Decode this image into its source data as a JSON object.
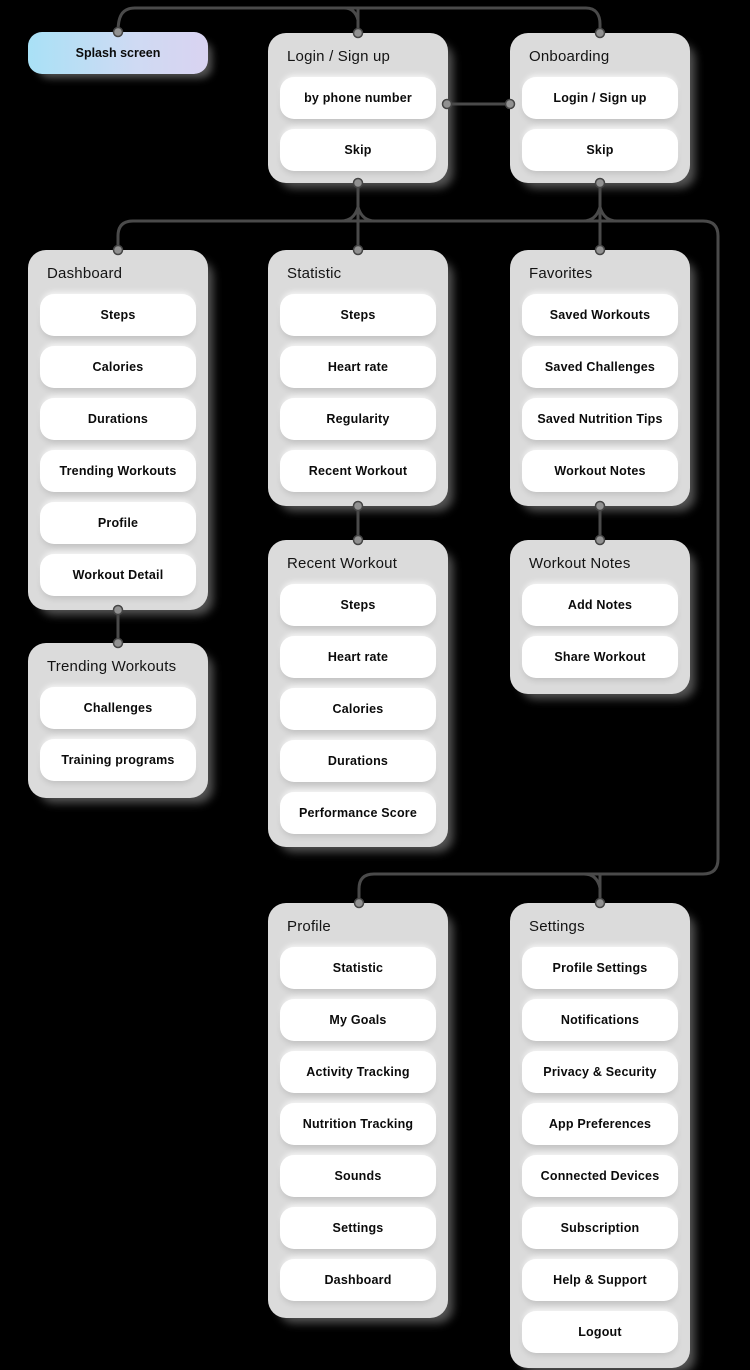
{
  "canvas": {
    "background": "#000000",
    "card_color": "#dbdbdb",
    "node_color": "#ffffff",
    "wire_color": "#4a4a4a",
    "dot_color": "#919191"
  },
  "splash": {
    "label": "Splash screen",
    "gradient_from": "#a9e1f6",
    "gradient_to": "#d9d3f1"
  },
  "cards": [
    {
      "id": "login",
      "title": "Login / Sign up",
      "items": [
        "by phone number",
        "Skip"
      ]
    },
    {
      "id": "onboarding",
      "title": "Onboarding",
      "items": [
        "Login / Sign up",
        "Skip"
      ]
    },
    {
      "id": "dashboard",
      "title": "Dashboard",
      "items": [
        "Steps",
        "Calories",
        "Durations",
        "Trending Workouts",
        "Profile",
        "Workout Detail"
      ]
    },
    {
      "id": "statistic",
      "title": "Statistic",
      "items": [
        "Steps",
        "Heart rate",
        "Regularity",
        "Recent Workout"
      ]
    },
    {
      "id": "favorites",
      "title": "Favorites",
      "items": [
        "Saved Workouts",
        "Saved Challenges",
        "Saved Nutrition Tips",
        "Workout Notes"
      ]
    },
    {
      "id": "trending",
      "title": "Trending Workouts",
      "items": [
        "Challenges",
        "Training programs"
      ]
    },
    {
      "id": "recent",
      "title": "Recent Workout",
      "items": [
        "Steps",
        "Heart rate",
        "Calories",
        "Durations",
        "Performance Score"
      ]
    },
    {
      "id": "notes",
      "title": "Workout Notes",
      "items": [
        "Add Notes",
        "Share Workout"
      ]
    },
    {
      "id": "profile",
      "title": "Profile",
      "items": [
        "Statistic",
        "My Goals",
        "Activity Tracking",
        "Nutrition Tracking",
        "Sounds",
        "Settings",
        "Dashboard"
      ]
    },
    {
      "id": "settings",
      "title": "Settings",
      "items": [
        "Profile Settings",
        "Notifications",
        "Privacy & Security",
        "App Preferences",
        "Connected Devices",
        "Subscription",
        "Help & Support",
        "Logout"
      ]
    }
  ]
}
